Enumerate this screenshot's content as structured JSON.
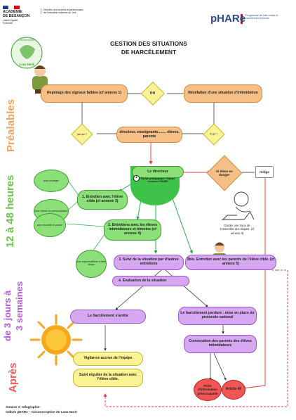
{
  "header": {
    "academie_line1": "ACADÉMIE",
    "academie_line2": "DE BESANÇON",
    "motto": "Liberté Égalité Fraternité",
    "direction_text": "Direction des services départementaux de l'éducation nationale du Jura",
    "phare_logo": "pHARe",
    "phare_tagline": "Programme de lutte contre le harcèlement à l'école",
    "circ_logo_top": "Circonscription",
    "circ_logo_bottom": "Lons Nord"
  },
  "title": {
    "line1": "GESTION DES SITUATIONS",
    "line2": "DE HARCÈLEMENT"
  },
  "side_labels": {
    "prealables": "Préalables",
    "hours": "12 à 48 heures",
    "days_line1": "de 3 jours à",
    "days_line2": "3 semaines",
    "apres": "Après"
  },
  "colors": {
    "orange": "#f6bf86",
    "green": "#8be07a",
    "purple": "#d7a8f2",
    "yellow": "#fbf294",
    "red": "#f25555",
    "arrow_red": "#e0403c",
    "arrow_green": "#2fa84a"
  },
  "nodes": {
    "reperage": "Repérage des signaux faibles (cf annexe 1)",
    "ou": "ou",
    "revelation": "Révélation d'une situation d'intimidation",
    "parqui": "par qui ?",
    "aqui": "À qui ?",
    "directeur_enseignants": "directeur, enseignants........ élèves, parents",
    "le_directeur": "Le directeur",
    "plus": "+",
    "equipe_peda": "Équipe pédagogique + Équipe ressource PHARE",
    "si_eleve": "Si élève en danger",
    "redige": "rédige",
    "pour_proteger": "pour protéger",
    "pour_mettre": "pour mettre en préoccupation",
    "pour_recueillir": "pour recueillir la parole",
    "pour_responsabiliser": "pour responsabiliser et faire cesser",
    "entretien_cible": "1. Entretien avec l'élève cible (cf annexe 3)",
    "entretiens_intim": "2. Entretiens avec les élèves intimidateurs et témoins (cf annexe 4)",
    "garder_trace": "Garder une trace de l'ensemble des étapes. (cf annexe 3)",
    "suivi3": "3. Suivi de la situation par d'autres entretiens",
    "parents3bis": "3bis. Entretien avec les parents de l'élève cible. (cf annexe 5)",
    "evaluation": "4. Évaluation de la situation",
    "arrete": "Le harcèlement s'arrête",
    "perdure": "Le harcèlement perdure : mise en place du protocole national",
    "convocation": "Convocation des parents des élèves intimidateurs",
    "vigilance": "Vigilance accrue de l'équipe",
    "suivi_regulier": "Suivi régulier de la situation avec l'élève cible.",
    "fiche_info": "Fiche d'information préoccupante",
    "article40": "Article 40"
  },
  "footer": {
    "line1": "Annexe 2- Infographie-",
    "line2": "Cellule pHARe – Circonscription de Lons Nord"
  }
}
